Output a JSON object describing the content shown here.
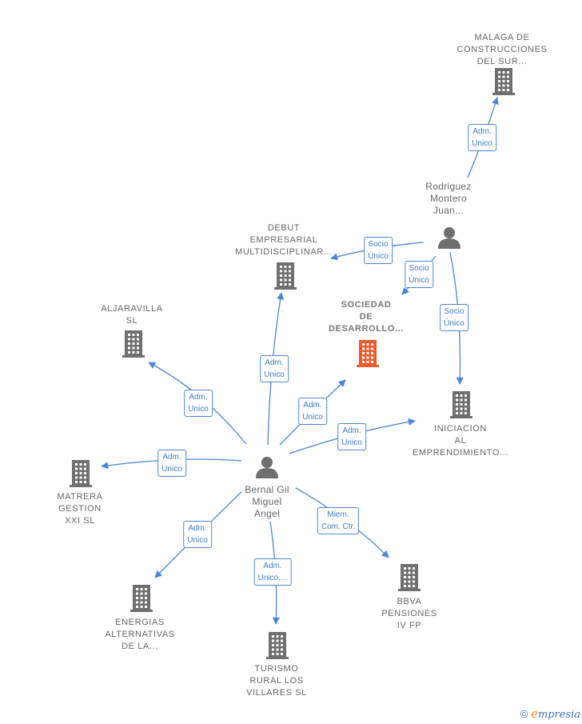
{
  "diagram": {
    "nodes": [
      {
        "id": "malaga",
        "type": "company",
        "lines": [
          "MALAGA DE",
          "CONSTRUCCIONES",
          "DEL SUR..."
        ]
      },
      {
        "id": "rodriguez",
        "type": "person",
        "lines": [
          "Rodriguez",
          "Montero",
          "Juan..."
        ]
      },
      {
        "id": "debut",
        "type": "company",
        "lines": [
          "DEBUT",
          "EMPRESARIAL",
          "MULTIDISCIPLINAR..."
        ]
      },
      {
        "id": "sociedad",
        "type": "company_focus",
        "lines": [
          "SOCIEDAD",
          "DE",
          "DESARROLLO..."
        ]
      },
      {
        "id": "aljaravilla",
        "type": "company",
        "lines": [
          "ALJARAVILLA",
          "SL"
        ]
      },
      {
        "id": "iniciacion",
        "type": "company",
        "lines": [
          "INICIACION",
          "AL",
          "EMPRENDIMIENTO..."
        ]
      },
      {
        "id": "bernal",
        "type": "person",
        "lines": [
          "Bernal Gil",
          "Miguel",
          "Angel"
        ]
      },
      {
        "id": "matrera",
        "type": "company",
        "lines": [
          "MATRERA",
          "GESTION",
          "XXI SL"
        ]
      },
      {
        "id": "energias",
        "type": "company",
        "lines": [
          "ENERGIAS",
          "ALTERNATIVAS",
          "DE LA..."
        ]
      },
      {
        "id": "bbva",
        "type": "company",
        "lines": [
          "BBVA",
          "PENSIONES",
          "IV FP"
        ]
      },
      {
        "id": "turismo",
        "type": "company",
        "lines": [
          "TURISMO",
          "RURAL LOS",
          "VILLARES SL"
        ]
      }
    ],
    "edges": [
      {
        "from": "rodriguez",
        "to": "malaga",
        "lines": [
          "Adm.",
          "Unico"
        ]
      },
      {
        "from": "rodriguez",
        "to": "debut",
        "lines": [
          "Socio",
          "Único"
        ]
      },
      {
        "from": "rodriguez",
        "to": "sociedad",
        "lines": [
          "Socio",
          "Único"
        ]
      },
      {
        "from": "rodriguez",
        "to": "iniciacion",
        "lines": [
          "Socio",
          "Único"
        ]
      },
      {
        "from": "bernal",
        "to": "debut",
        "lines": [
          "Adm.",
          "Unico"
        ]
      },
      {
        "from": "bernal",
        "to": "aljaravilla",
        "lines": [
          "Adm.",
          "Unico"
        ]
      },
      {
        "from": "bernal",
        "to": "sociedad",
        "lines": [
          "Adm.",
          "Unico"
        ]
      },
      {
        "from": "bernal",
        "to": "iniciacion",
        "lines": [
          "Adm.",
          "Unico"
        ]
      },
      {
        "from": "bernal",
        "to": "matrera",
        "lines": [
          "Adm.",
          "Unico"
        ]
      },
      {
        "from": "bernal",
        "to": "energias",
        "lines": [
          "Adm.",
          "Unico"
        ]
      },
      {
        "from": "bernal",
        "to": "turismo",
        "lines": [
          "Adm.",
          "Unico,..."
        ]
      },
      {
        "from": "bernal",
        "to": "bbva",
        "lines": [
          "Miem.",
          "Com. Ctr."
        ]
      }
    ]
  },
  "colors": {
    "edge": "#4a86d6",
    "company_icon": "#6f6f6f",
    "focus_icon": "#f05a2a",
    "person_icon": "#6f6f6f",
    "label_text": "#666666"
  },
  "footer": {
    "copyright_symbol": "©",
    "brand_initial": "e",
    "brand_rest": "mpresia"
  }
}
